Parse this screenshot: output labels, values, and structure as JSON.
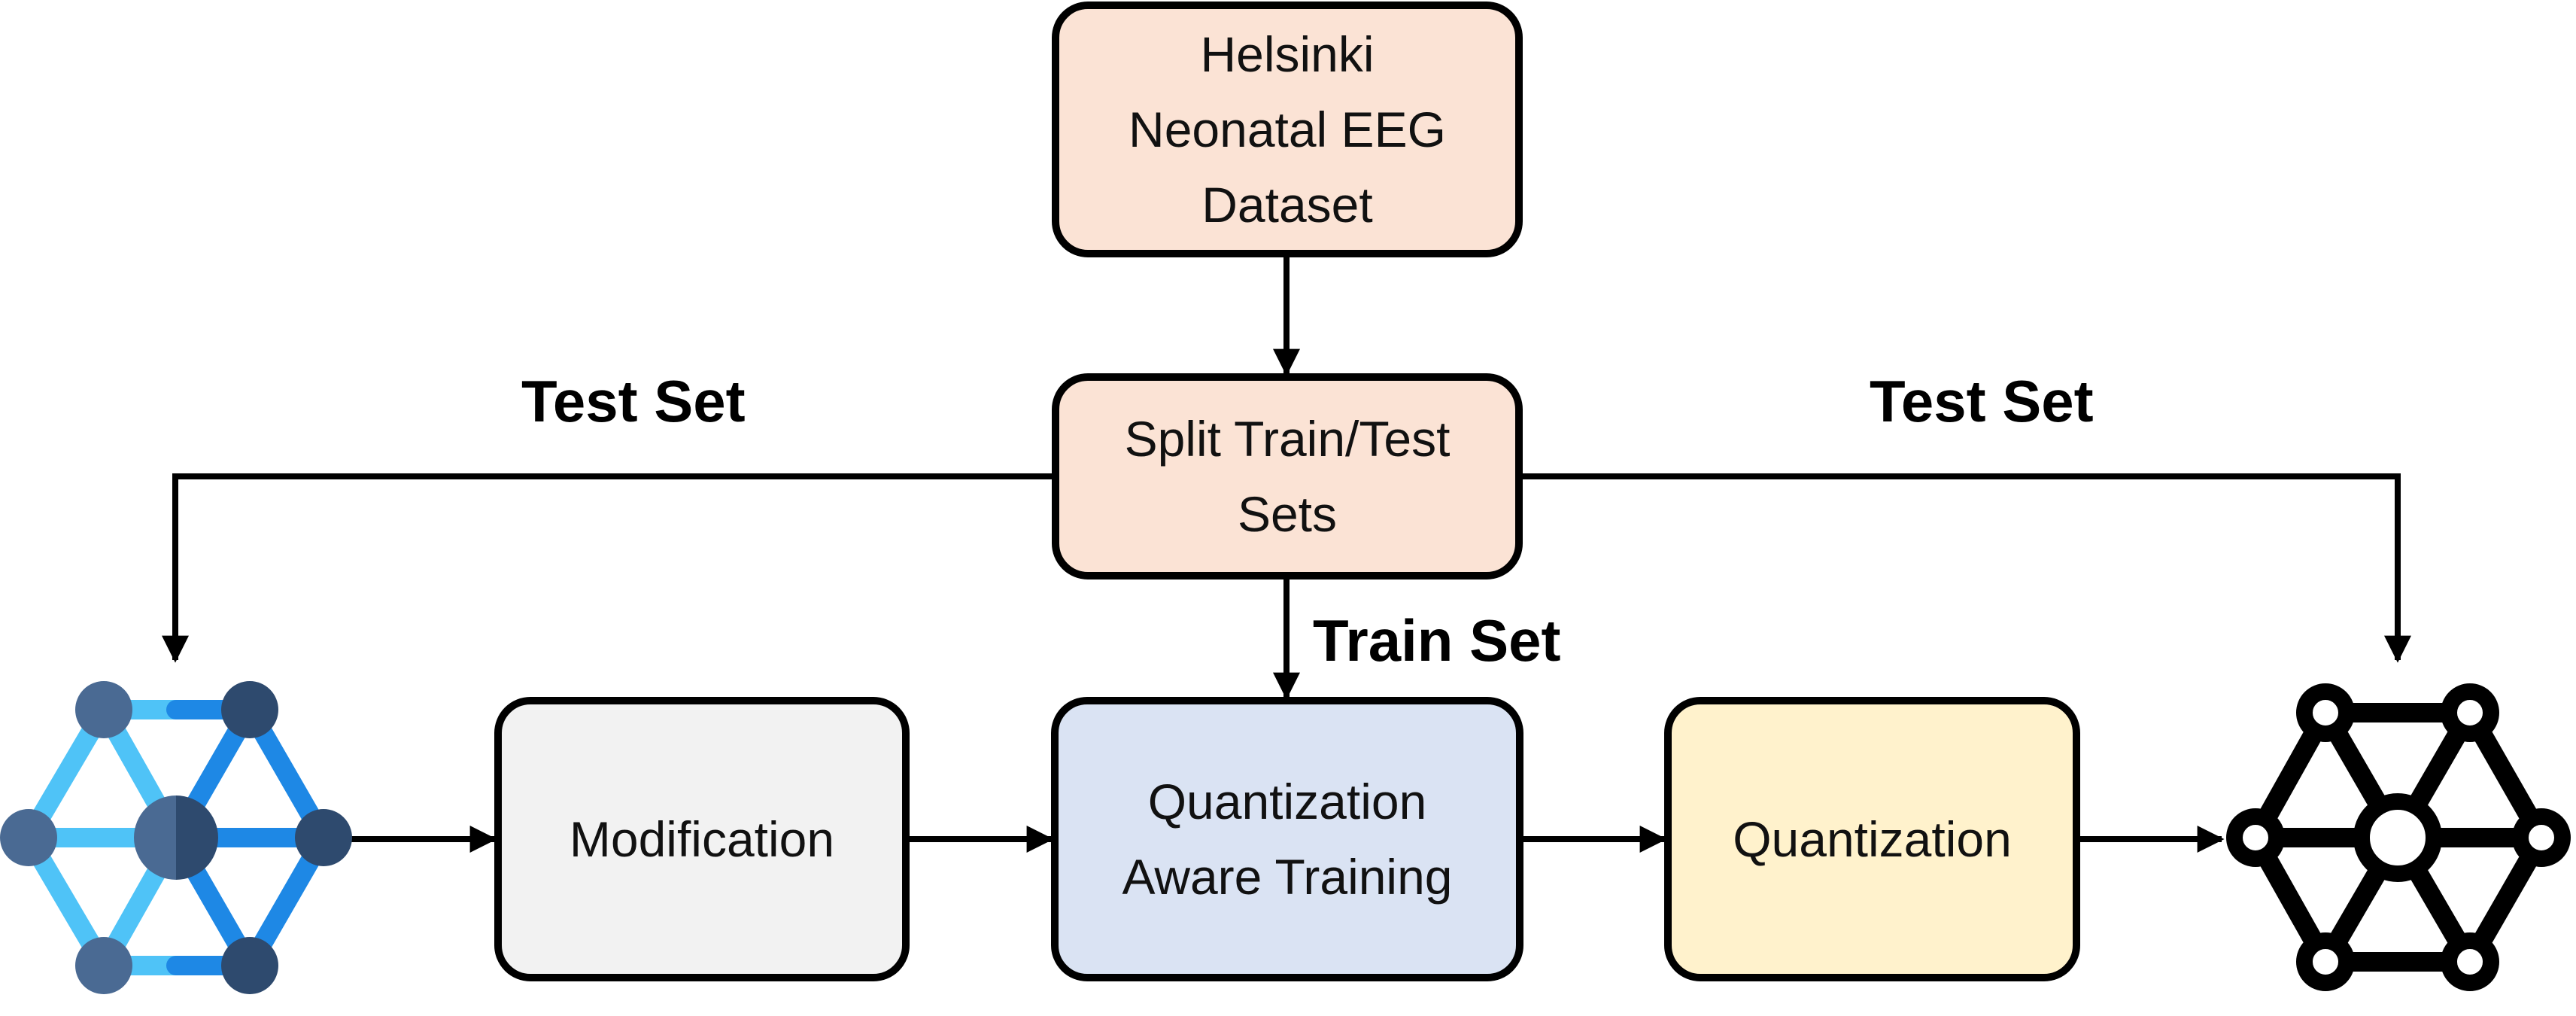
{
  "boxes": {
    "dataset": {
      "label": "Helsinki\nNeonatal EEG\nDataset",
      "fill": "#FBE3D5"
    },
    "split": {
      "label": "Split Train/Test\nSets",
      "fill": "#FBE3D5"
    },
    "modification": {
      "label": "Modification",
      "fill": "#F2F2F2"
    },
    "qat": {
      "label": "Quantization\nAware Training",
      "fill": "#DAE3F3"
    },
    "quantization": {
      "label": "Quantization",
      "fill": "#FFF2CC"
    }
  },
  "edge_labels": {
    "test_set_left": "Test Set",
    "test_set_right": "Test Set",
    "train_set": "Train Set"
  },
  "icons": {
    "input_network": {
      "name": "neural-network-icon",
      "colors": [
        "#4FC3F7",
        "#1E88E5",
        "#4A6A93",
        "#2E4A6E"
      ]
    },
    "output_network": {
      "name": "quantized-network-icon",
      "colors": [
        "#000000",
        "#ffffff"
      ]
    }
  }
}
